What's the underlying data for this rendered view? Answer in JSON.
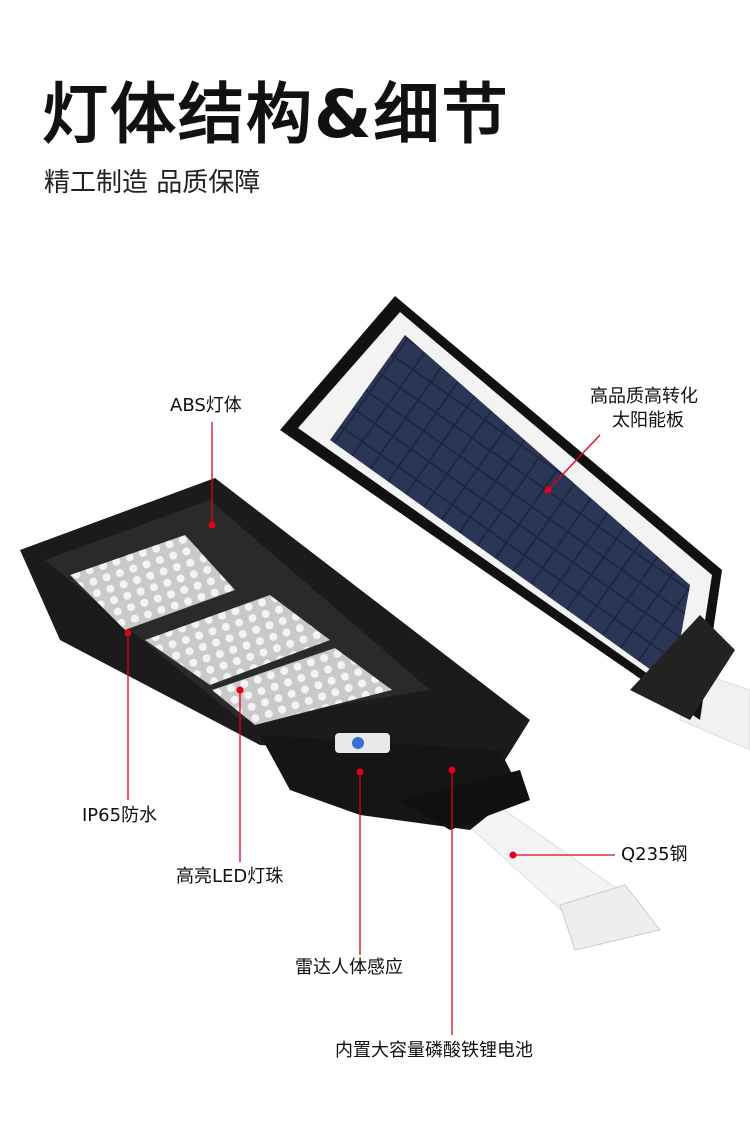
{
  "header": {
    "title": "灯体结构&细节",
    "subtitle": "精工制造 品质保障"
  },
  "callouts": {
    "abs_body": "ABS灯体",
    "solar_panel_line1": "高品质高转化",
    "solar_panel_line2": "太阳能板",
    "waterproof": "IP65防水",
    "led_beads": "高亮LED灯珠",
    "steel": "Q235钢",
    "radar": "雷达人体感应",
    "battery": "内置大容量磷酸铁锂电池"
  },
  "colors": {
    "callout_line": "#e0001b",
    "lamp_body": "#1a1a1a",
    "solar_cell": "#1e2742"
  }
}
